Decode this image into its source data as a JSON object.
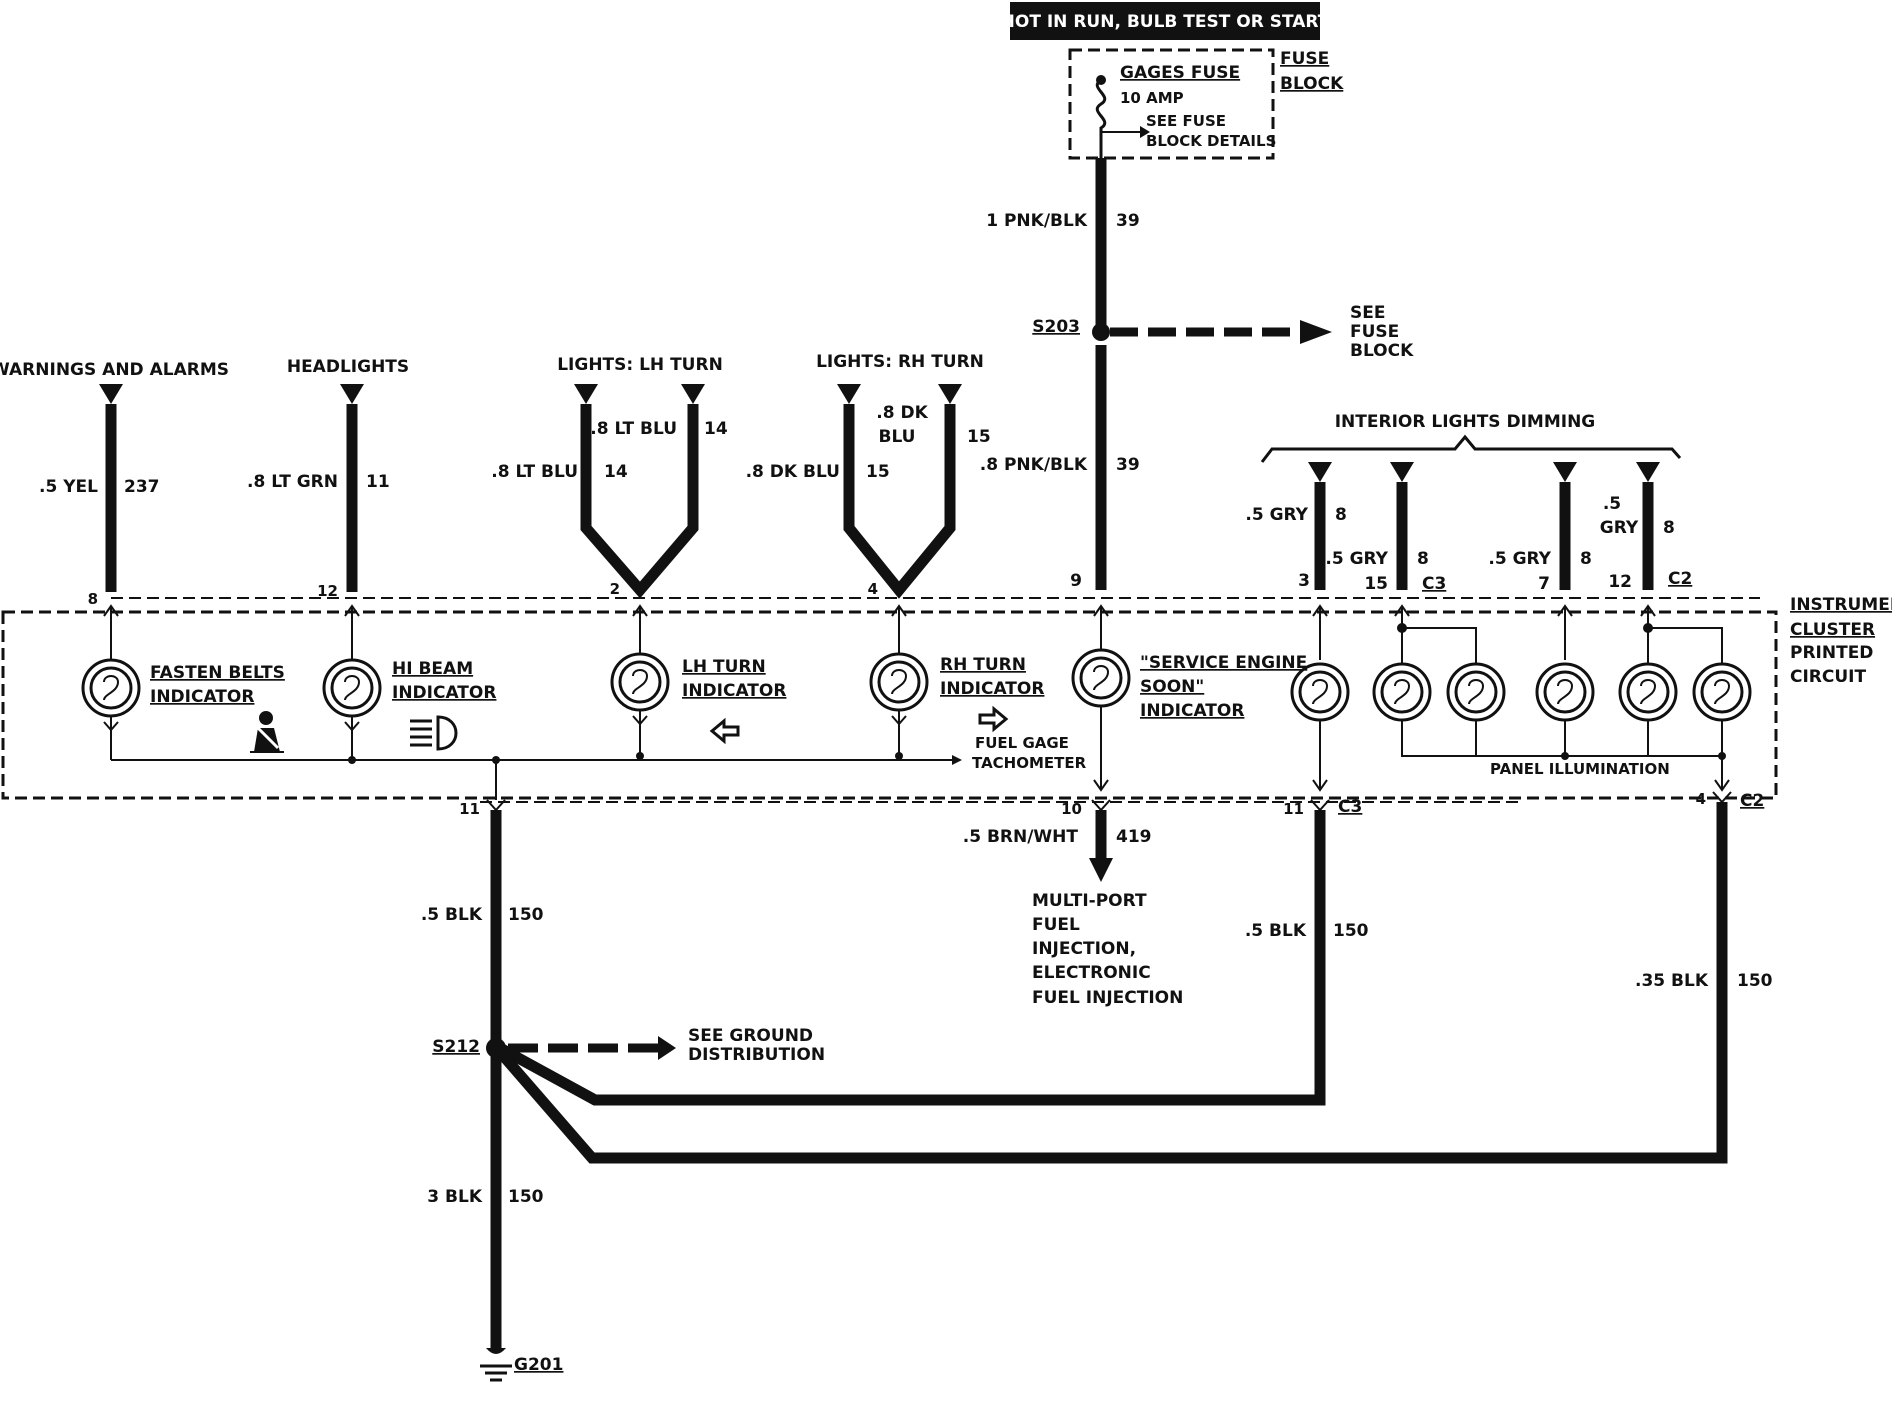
{
  "header": {
    "power_label": "HOT IN RUN, BULB TEST OR START"
  },
  "fuse_block": {
    "fuse_name": "GAGES FUSE",
    "fuse_rating": "10 AMP",
    "see_details": [
      "SEE FUSE",
      "BLOCK DETAILS"
    ],
    "block_label": [
      "FUSE",
      "BLOCK"
    ]
  },
  "feed": {
    "upper_wire": {
      "gauge_color": "1 PNK/BLK",
      "circuit": "39"
    },
    "splice": "S203",
    "see_fuse_block": [
      "SEE",
      "FUSE",
      "BLOCK"
    ],
    "lower_wire": {
      "gauge_color": ".8 PNK/BLK",
      "circuit": "39"
    }
  },
  "inputs": [
    {
      "title": "WARNINGS AND ALARMS",
      "gauge_color": ".5 YEL",
      "circuit": "237",
      "pin": "8"
    },
    {
      "title": "HEADLIGHTS",
      "gauge_color": ".8 LT GRN",
      "circuit": "11",
      "pin": "12"
    },
    {
      "title": "LIGHTS: LH TURN",
      "gauge_color_a": ".8 LT BLU",
      "circuit_a": "14",
      "gauge_color_b": ".8 LT BLU",
      "circuit_b": "14",
      "pin": "2"
    },
    {
      "title": "LIGHTS: RH TURN",
      "gauge_color_a": ".8 DK BLU",
      "circuit_a": "15",
      "gauge_color_b": [
        ".8 DK",
        "BLU"
      ],
      "circuit_b": "15",
      "pin": "4"
    }
  ],
  "feed_pin": "9",
  "dimming": {
    "title": "INTERIOR LIGHTS DIMMING",
    "wires": [
      {
        "gauge_color": ".5 GRY",
        "circuit": "8",
        "pin": "3"
      },
      {
        "gauge_color": ".5 GRY",
        "circuit": "8",
        "pin": "15",
        "connector": "C3"
      },
      {
        "gauge_color": ".5 GRY",
        "circuit": "8",
        "pin": "7"
      },
      {
        "gauge_color": [
          ".5",
          "GRY"
        ],
        "circuit": "8",
        "pin": "12",
        "connector": "C2"
      }
    ]
  },
  "cluster": {
    "label": [
      "INSTRUMENT",
      "CLUSTER",
      "PRINTED",
      "CIRCUIT"
    ],
    "indicators": {
      "fasten_belts": [
        "FASTEN BELTS",
        "INDICATOR"
      ],
      "hi_beam": [
        "HI BEAM",
        "INDICATOR"
      ],
      "lh_turn": [
        "LH TURN",
        "INDICATOR"
      ],
      "rh_turn": [
        "RH TURN",
        "INDICATOR"
      ],
      "service_engine": [
        "\"SERVICE ENGINE",
        "SOON\"",
        "INDICATOR"
      ]
    },
    "fuel_gage": [
      "FUEL GAGE",
      "TACHOMETER"
    ],
    "panel_illumination": "PANEL ILLUMINATION"
  },
  "outputs": {
    "ground_pin": "11",
    "ground_wire": {
      "gauge_color": ".5 BLK",
      "circuit": "150"
    },
    "mpfi_pin": "10",
    "mpfi_wire": {
      "gauge_color": ".5 BRN/WHT",
      "circuit": "419"
    },
    "mpfi_dest": [
      "MULTI-PORT",
      "FUEL",
      "INJECTION,",
      "ELECTRONIC",
      "FUEL INJECTION"
    ],
    "c3_pin": "11",
    "c3_connector": "C3",
    "c3_wire": {
      "gauge_color": ".5 BLK",
      "circuit": "150"
    },
    "c2_pin": "4",
    "c2_connector": "C2",
    "c2_wire": {
      "gauge_color": ".35 BLK",
      "circuit": "150"
    }
  },
  "ground": {
    "splice": "S212",
    "see_ground": [
      "SEE GROUND",
      "DISTRIBUTION"
    ],
    "main_wire": {
      "gauge_color": "3 BLK",
      "circuit": "150"
    },
    "ground_point": "G201"
  }
}
